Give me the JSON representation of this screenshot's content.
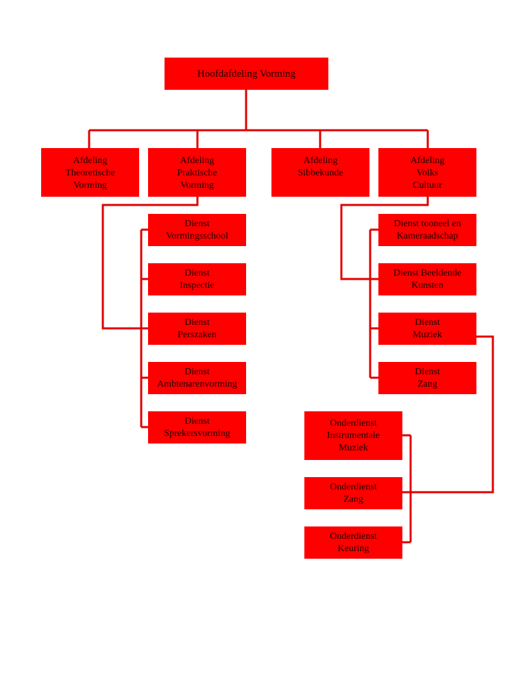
{
  "colors": {
    "box_fill": "#ff0000",
    "line_color": "#e00000",
    "text": "#1a0000"
  },
  "root": "Hoofdafdeling Vorming",
  "afdelingen": {
    "theoretische": "Afdeling\nTheoretische\nVorming",
    "praktische": "Afdeling\nPraktische\nVorming",
    "sibbekunde": "Afdeling\nSibbekunde",
    "volkscultuur": "Afdeling\nVolks\nCultuur"
  },
  "praktische_diensten": [
    "Dienst\nVormingsschool",
    "Dienst\nInspectie",
    "Dienst\nPerszaken",
    "Dienst\nAmbtenarenvorming",
    "Dienst\nSprekersvorming"
  ],
  "volkscultuur_diensten": [
    "Dienst tooneel en\nKameraadschap",
    "Dienst Beeldende\nKunsten",
    "Dienst\nMuziek",
    "Dienst\nZang"
  ],
  "muziek_onderdiensten": [
    "Onderdienst\nInstrumentale\nMuziek",
    "Onderdienst\nZang",
    "Onderdienst\nKeuring"
  ]
}
